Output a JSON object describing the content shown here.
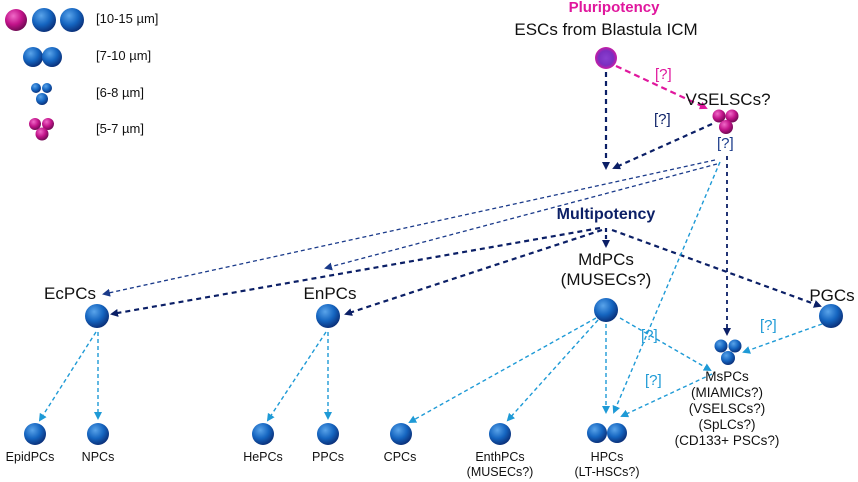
{
  "legend": [
    {
      "label": "[10-15 µm]",
      "icon": "three-cells-pink-blue-blue"
    },
    {
      "label": "[7-10 µm]",
      "icon": "two-cells-blue"
    },
    {
      "label": "[6-8 µm]",
      "icon": "three-small-cells-blue"
    },
    {
      "label": "[5-7 µm]",
      "icon": "three-small-cells-pink"
    }
  ],
  "header": {
    "pluripotency": "Pluripotency",
    "escs": "ESCs from Blastula ICM",
    "vselscs": "VSELSCs?",
    "multipotency": "Multipotency"
  },
  "question_marks": [
    "[?]",
    "[?]",
    "[?]",
    "[?]",
    "[?]",
    "[?]"
  ],
  "nodes": {
    "ecpcs": "EcPCs",
    "enpcs": "EnPCs",
    "mdpcs_line1": "MdPCs",
    "mdpcs_line2": "(MUSECs?)",
    "pgcs": "PGCs",
    "mspcs_line1": "MsPCs",
    "mspcs_line2": "(MIAMICs?)",
    "mspcs_line3": "(VSELSCs?)",
    "mspcs_line4": "(SpLCs?)",
    "mspcs_line5": "(CD133+ PSCs?)"
  },
  "bottom": {
    "epidpcs": "EpidPCs",
    "npcs": "NPCs",
    "hepcs": "HePCs",
    "ppcs": "PPCs",
    "cpcs": "CPCs",
    "enthpcs_line1": "EnthPCs",
    "enthpcs_line2": "(MUSECs?)",
    "hpcs_line1": "HPCs",
    "hpcs_line2": "(LT-HSCs?)"
  },
  "colors": {
    "pink": "#e0179d",
    "navy": "#0b1f66",
    "dark_blue": "#1a3a8a",
    "light_blue": "#1e9ad6",
    "cell_blue": "#1565c0"
  }
}
